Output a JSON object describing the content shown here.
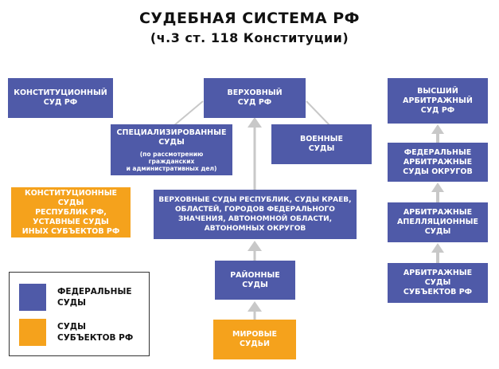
{
  "title": "СУДЕБНАЯ СИСТЕМА РФ",
  "subtitle": "(ч.3 ст. 118 Конституции)",
  "boxes": {
    "constitutional": "КОНСТИТУЦИОННЫЙ\nСУД РФ",
    "supreme": "ВЕРХОВНЫЙ\nСУД РФ",
    "specialized": "СПЕЦИАЛИЗИРОВАННЫЕ\nСУДЫ",
    "specialized_note": "(по рассмотрению\nгражданских\nи административных дел)",
    "military": "ВОЕННЫЕ\nСУДЫ",
    "regional": "ВЕРХОВНЫЕ СУДЫ РЕСПУБЛИК, СУДЫ КРАЕВ,\nОБЛАСТЕЙ, ГОРОДОВ ФЕДЕРАЛЬНОГО\nЗНАЧЕНИЯ, АВТОНОМНОЙ ОБЛАСТИ,\nАВТОНОМНЫХ ОКРУГОВ",
    "district": "РАЙОННЫЕ\nСУДЫ",
    "magistrate": "МИРОВЫЕ\nСУДЬИ",
    "subject_constitutional": "КОНСТИТУЦИОННЫЕ СУДЫ\nРЕСПУБЛИК РФ,\nУСТАВНЫЕ СУДЫ\nИНЫХ СУБЪЕКТОВ РФ",
    "supreme_arbitration": "ВЫСШИЙ\nАРБИТРАЖНЫЙ\nСУД РФ",
    "federal_arbitration": "ФЕДЕРАЛЬНЫЕ\nАРБИТРАЖНЫЕ\nСУДЫ ОКРУГОВ",
    "appeal_arbitration": "АРБИТРАЖНЫЕ\nАПЕЛЛЯЦИОННЫЕ\nСУДЫ",
    "subject_arbitration": "АРБИТРАЖНЫЕ\nСУДЫ\nСУБЪЕКТОВ РФ"
  },
  "legend": {
    "federal": "ФЕДЕРАЛЬНЫЕ\nСУДЫ",
    "subject": "СУДЫ\nСУБЪЕКТОВ РФ"
  },
  "colors": {
    "federal": "#4f5aa8",
    "subject": "#f5a21c",
    "connector": "#c8c8c8"
  }
}
